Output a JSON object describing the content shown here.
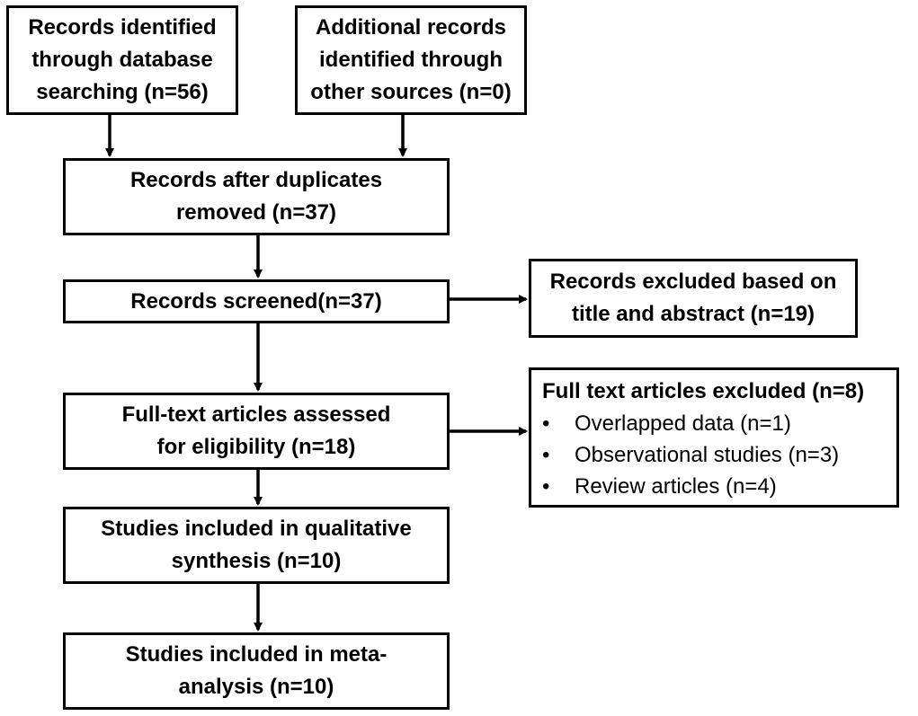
{
  "boxes": {
    "identified_db": {
      "line1": "Records identified",
      "line2": "through database",
      "line3": "searching (n=56)"
    },
    "identified_other": {
      "line1": "Additional records",
      "line2": "identified through",
      "line3": "other sources (n=0)"
    },
    "after_duplicates": {
      "line1": "Records after duplicates",
      "line2": "removed (n=37)"
    },
    "screened": {
      "line1": "Records screened(n=37)"
    },
    "excluded_title": {
      "line1": "Records excluded based on",
      "line2": "title and abstract (n=19)"
    },
    "fulltext_assessed": {
      "line1": "Full-text articles assessed",
      "line2": "for eligibility (n=18)"
    },
    "fulltext_excluded": {
      "title": "Full text articles excluded (n=8)",
      "items": [
        "Overlapped data (n=1)",
        "Observational studies (n=3)",
        "Review articles (n=4)"
      ]
    },
    "qualitative": {
      "line1": "Studies included in qualitative",
      "line2": "synthesis (n=10)"
    },
    "meta": {
      "line1": "Studies included in meta-",
      "line2": "analysis (n=10)"
    }
  }
}
